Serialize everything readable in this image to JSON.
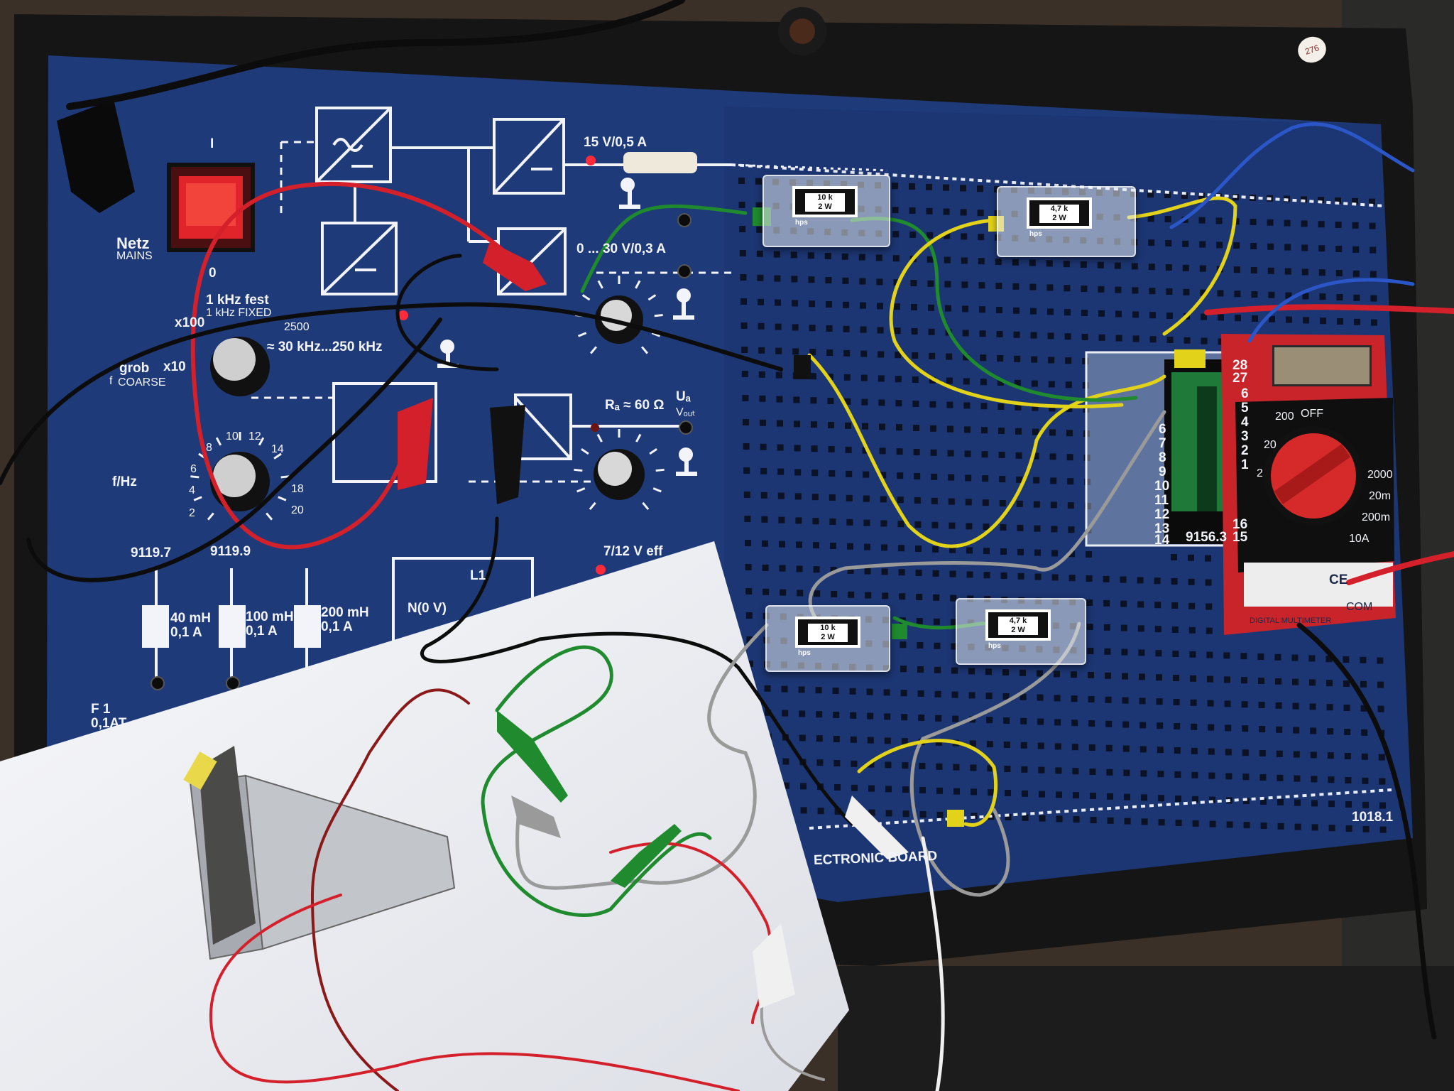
{
  "board": {
    "mains_label": "Netz",
    "mains_sub": "MAINS",
    "switch_on": "I",
    "switch_off": "0",
    "supply_fixed": "15 V/0,5 A",
    "supply_variable": "0 ... 30 V/0,3 A",
    "freq_fixed": "1 kHz fest",
    "freq_fixed_sub": "1 kHz FIXED",
    "range_x100": "x100",
    "range_x10": "x10",
    "range_upper": "2500",
    "coarse": "grob",
    "coarse_sub": "COARSE",
    "f_label": "f",
    "freq_range": "≈ 30 kHz...250 kHz",
    "fhz": "f/Hz",
    "dial_ticks": [
      "2",
      "4",
      "6",
      "8",
      "10",
      "12",
      "14",
      "18",
      "20"
    ],
    "ra": "Rₐ ≈ 60 Ω",
    "ua": "Uₐ",
    "vout": "Vₒᵤₜ",
    "ac_output": "7/12 V eff",
    "l1": "L1",
    "n_label": "N(0 V)",
    "inductors": [
      {
        "code": "9119.7",
        "value": "40 mH",
        "current": "0,1 A"
      },
      {
        "code": "9119.9",
        "value": "100 mH",
        "current": "0,1 A"
      },
      {
        "code": "",
        "value": "200 mH",
        "current": "0,1 A"
      }
    ],
    "fuse": "F 1",
    "fuse_rating": "0,1AT",
    "board_name": "ECTRONIC BOARD",
    "board_number": "1018.1",
    "socket_code": "9156.3",
    "socket_pins_left": [
      "6",
      "7",
      "8",
      "9",
      "10",
      "11",
      "12",
      "13",
      "14"
    ],
    "socket_pins_right": [
      "28",
      "27",
      "6",
      "5",
      "4",
      "3",
      "2",
      "1",
      "16",
      "15"
    ]
  },
  "resistors": [
    {
      "value": "10 k",
      "power": "2 W",
      "brand": "hps"
    },
    {
      "value": "4,7 k",
      "power": "2 W",
      "brand": "hps"
    },
    {
      "value": "10 k",
      "power": "2 W",
      "brand": "hps"
    },
    {
      "value": "4,7 k",
      "power": "2 W",
      "brand": "hps"
    }
  ],
  "multimeter": {
    "off": "OFF",
    "brand": "DIGITAL MULTIMETER",
    "com": "COM",
    "ce": "CE",
    "ranges": [
      "200",
      "20",
      "2",
      "2000",
      "20m",
      "200m",
      "10A"
    ]
  },
  "sticker": "276",
  "colors": {
    "board_blue": "#1f3a78",
    "frame_black": "#151515",
    "paper": "#f1f2f6",
    "multimeter_red": "#c8242a",
    "wire_red": "#d3202a",
    "wire_green": "#1f8a2e",
    "wire_yellow": "#e2d21a",
    "wire_black": "#0d0d0d",
    "wire_gray": "#9a9a9a"
  }
}
